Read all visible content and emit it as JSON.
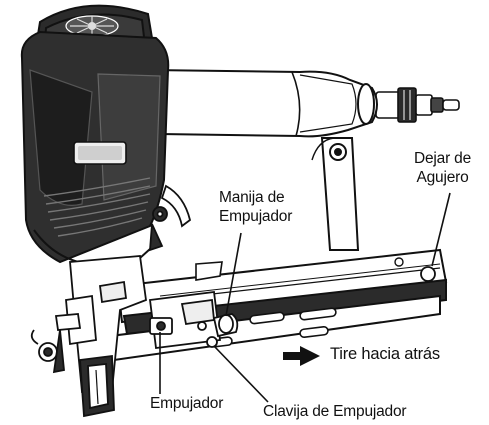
{
  "labels": {
    "dejar": {
      "line1": "Dejar de",
      "line2": "Agujero"
    },
    "manija": {
      "line1": "Manija de",
      "line2": "Empujador"
    },
    "tire": "Tire hacia atrás",
    "empujador": "Empujador",
    "clavija": "Clavija de Empujador"
  },
  "colors": {
    "ink": "#111111",
    "dark": "#2b2b2b",
    "mid": "#5a5a5a",
    "light": "#ffffff"
  }
}
